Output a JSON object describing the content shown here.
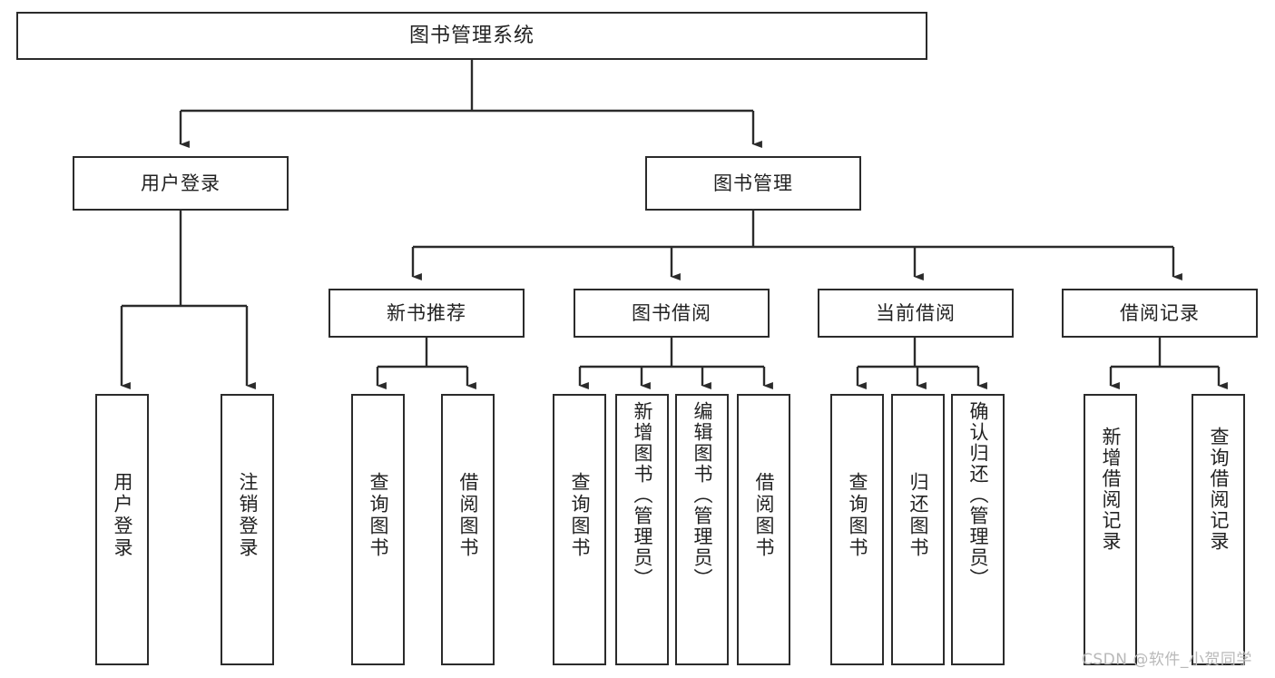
{
  "diagram": {
    "type": "tree",
    "title": "图书管理系统",
    "watermark": "CSDN @软件_小贺同学",
    "colors": {
      "stroke": "#2b2b2b",
      "fill": "#ffffff",
      "text": "#222222",
      "watermark": "#b9b9b9"
    },
    "nodes": {
      "root": {
        "label": "图书管理系统"
      },
      "level2": [
        {
          "label": "用户登录"
        },
        {
          "label": "图书管理"
        }
      ],
      "level3": [
        {
          "label": "新书推荐"
        },
        {
          "label": "图书借阅"
        },
        {
          "label": "当前借阅"
        },
        {
          "label": "借阅记录"
        }
      ],
      "leaves": {
        "user_login": [
          {
            "label": "用户登录"
          },
          {
            "label": "注销登录"
          }
        ],
        "new_book": [
          {
            "label": "查询图书"
          },
          {
            "label": "借阅图书"
          }
        ],
        "book_borrow": [
          {
            "label": "查询图书"
          },
          {
            "label": "新增图书（管理员）"
          },
          {
            "label": "编辑图书（管理员）"
          },
          {
            "label": "借阅图书"
          }
        ],
        "current_borrow": [
          {
            "label": "查询图书"
          },
          {
            "label": "归还图书"
          },
          {
            "label": "确认归还（管理员）"
          }
        ],
        "borrow_record": [
          {
            "label": "新增借阅记录"
          },
          {
            "label": "查询借阅记录"
          }
        ]
      }
    }
  }
}
